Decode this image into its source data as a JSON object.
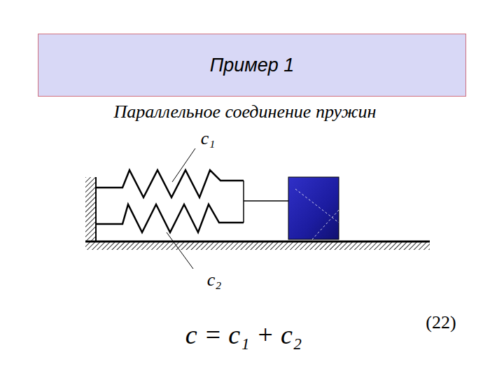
{
  "diagram": {
    "nodes": [
      {
        "text": [
          "Пример 1"
        ]
      }
    ],
    "labels": [
      "Параллельное соединение пружин",
      "c₁",
      "c₂",
      "c = c₁ + c₂",
      "(22)"
    ]
  }
}
